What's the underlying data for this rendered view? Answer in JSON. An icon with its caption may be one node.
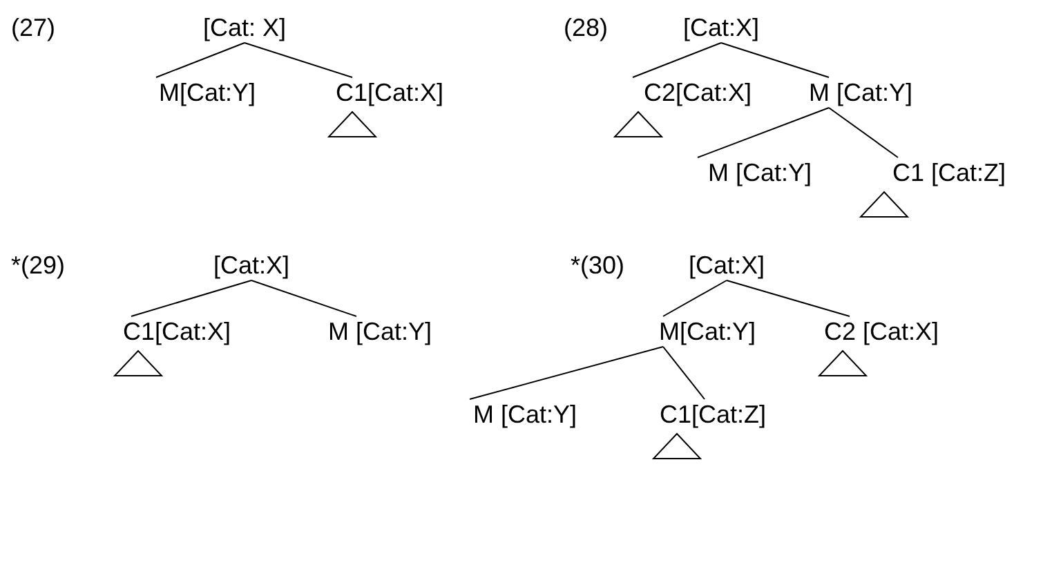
{
  "diagram": {
    "nodes": [
      {
        "text": [
          "[Cat: X]"
        ]
      },
      {
        "text": [
          "M[Cat:Y]"
        ]
      },
      {
        "text": [
          "C1[Cat:X]"
        ]
      },
      {
        "text": [],
        "shape": "triangle"
      },
      {
        "text": [
          "[Cat:X]"
        ]
      },
      {
        "text": [
          "C2[Cat:X]"
        ]
      },
      {
        "text": [],
        "shape": "triangle"
      },
      {
        "text": [
          "M [Cat:Y]"
        ]
      },
      {
        "text": [
          "M [Cat:Y]"
        ]
      },
      {
        "text": [
          "C1 [Cat:Z]"
        ]
      },
      {
        "text": [],
        "shape": "triangle"
      },
      {
        "text": [
          "[Cat:X]"
        ]
      },
      {
        "text": [
          "C1[Cat:X]"
        ]
      },
      {
        "text": [],
        "shape": "triangle"
      },
      {
        "text": [
          "M [Cat:Y]"
        ]
      },
      {
        "text": [
          "[Cat:X]"
        ]
      },
      {
        "text": [
          "M[Cat:Y]"
        ]
      },
      {
        "text": [
          "C2 [Cat:X]"
        ]
      },
      {
        "text": [],
        "shape": "triangle"
      },
      {
        "text": [
          "M [Cat:Y]"
        ]
      },
      {
        "text": [
          "C1[Cat:Z]"
        ]
      },
      {
        "text": [],
        "shape": "triangle"
      }
    ],
    "edges": [
      {
        "from": 0,
        "to": 1,
        "arrow": "none"
      },
      {
        "from": 0,
        "to": 2,
        "arrow": "none"
      },
      {
        "from": 4,
        "to": 5,
        "arrow": "none"
      },
      {
        "from": 4,
        "to": 7,
        "arrow": "none"
      },
      {
        "from": 7,
        "to": 8,
        "arrow": "none"
      },
      {
        "from": 7,
        "to": 9,
        "arrow": "none"
      },
      {
        "from": 11,
        "to": 12,
        "arrow": "none"
      },
      {
        "from": 11,
        "to": 14,
        "arrow": "none"
      },
      {
        "from": 15,
        "to": 16,
        "arrow": "none"
      },
      {
        "from": 15,
        "to": 17,
        "arrow": "none"
      },
      {
        "from": 16,
        "to": 19,
        "arrow": "none"
      },
      {
        "from": 16,
        "to": 20,
        "arrow": "none"
      }
    ],
    "labels": [
      "(27)",
      "(28)",
      "*(29)",
      "*(30)"
    ]
  }
}
